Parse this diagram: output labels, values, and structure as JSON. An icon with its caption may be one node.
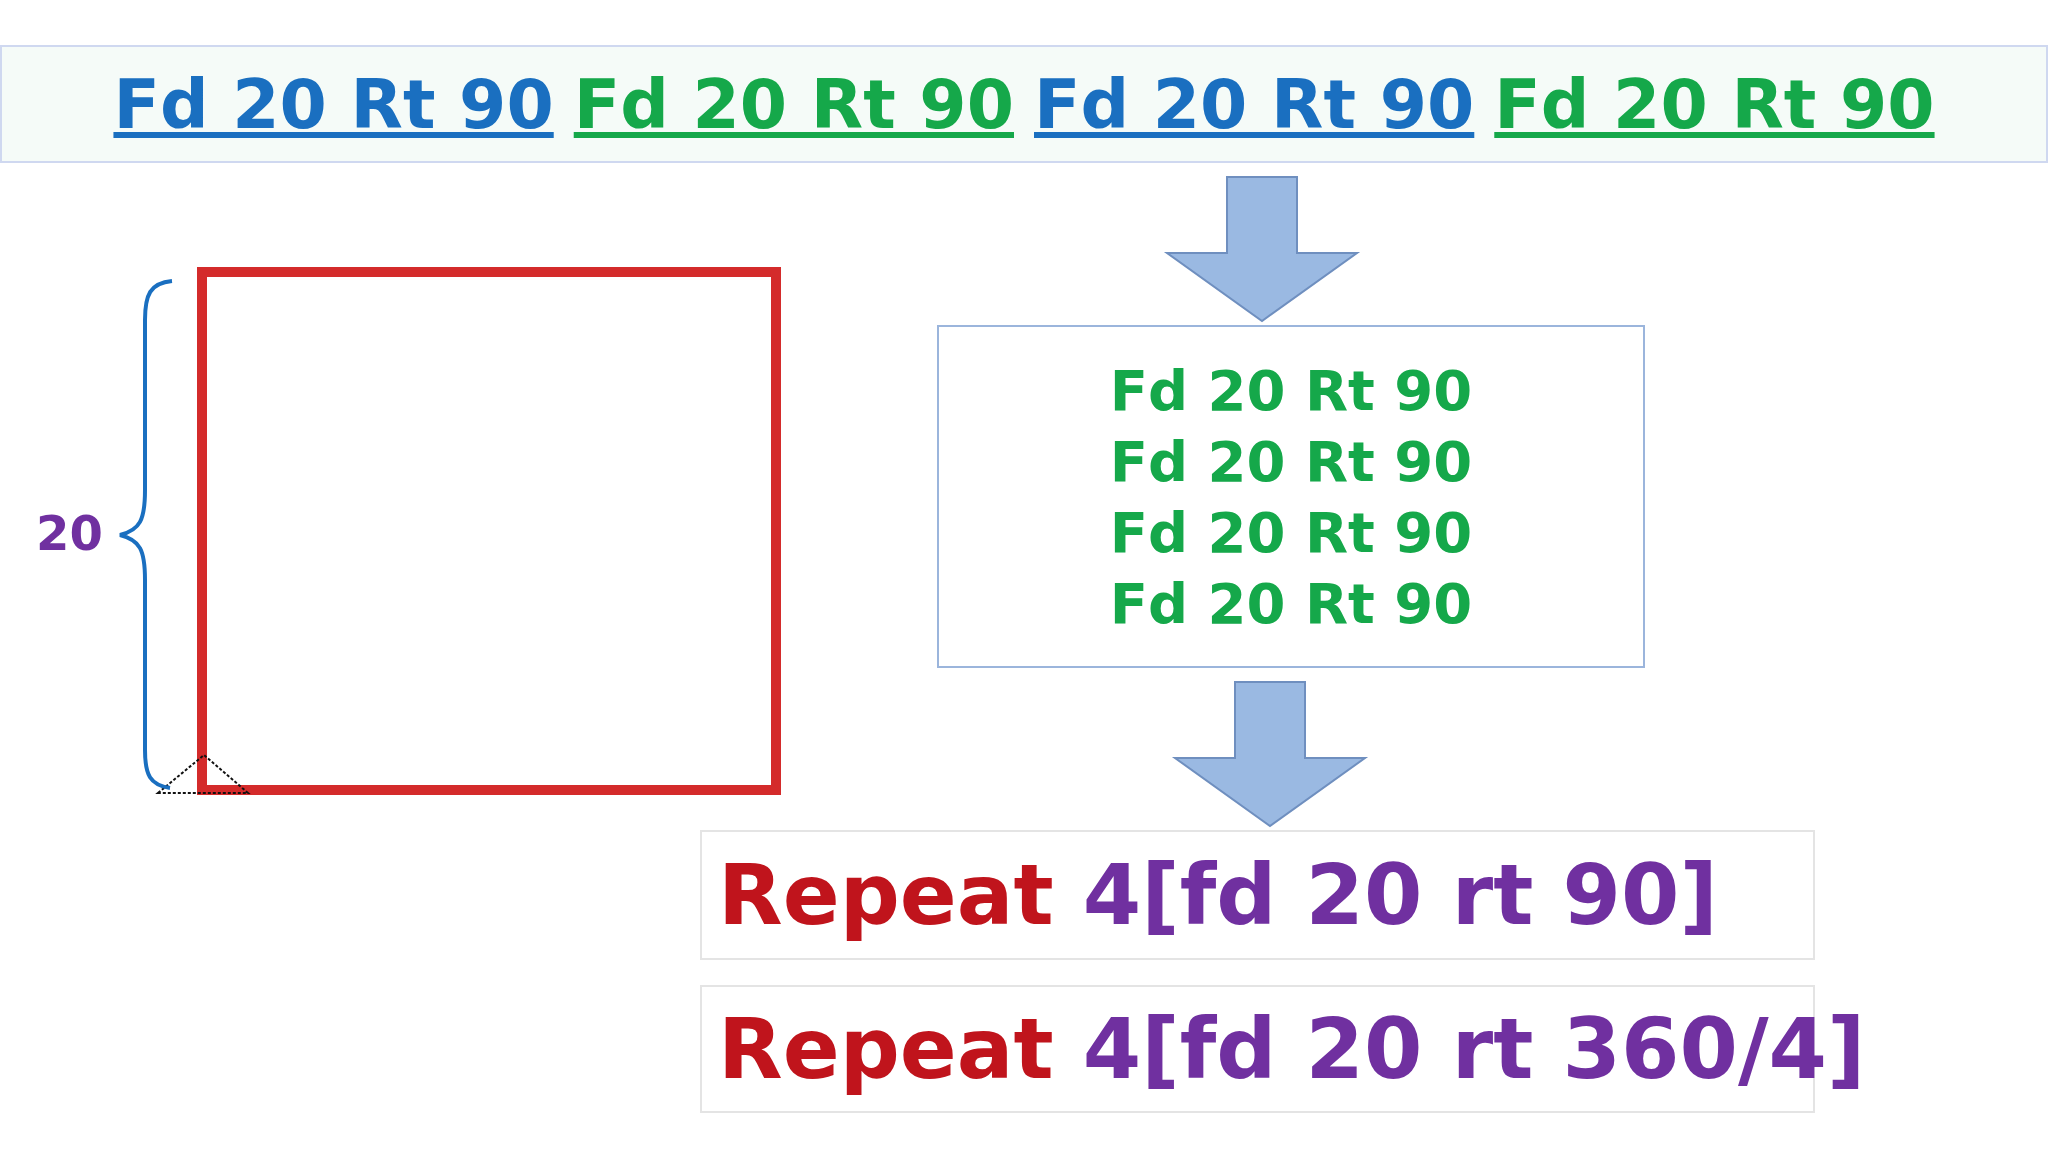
{
  "diagram": {
    "nodes": [
      {
        "text": [
          "Fd 20 Rt 90",
          "Fd 20 Rt 90",
          "Fd 20 Rt 90",
          "Fd 20 Rt 90"
        ]
      },
      {
        "text": [
          "Fd 20 Rt 90",
          "Fd 20 Rt 90",
          "Fd 20 Rt 90",
          "Fd 20 Rt 90"
        ]
      },
      {
        "text": [
          "Repeat 4[fd 20 rt 90]"
        ]
      },
      {
        "text": [
          "Repeat 4[fd 20 rt 360/4]"
        ]
      }
    ],
    "edges": [
      {
        "from": 0,
        "to": 1,
        "arrow": "to"
      },
      {
        "from": 1,
        "to": 2,
        "arrow": "to"
      }
    ],
    "labels": [
      "20"
    ]
  }
}
